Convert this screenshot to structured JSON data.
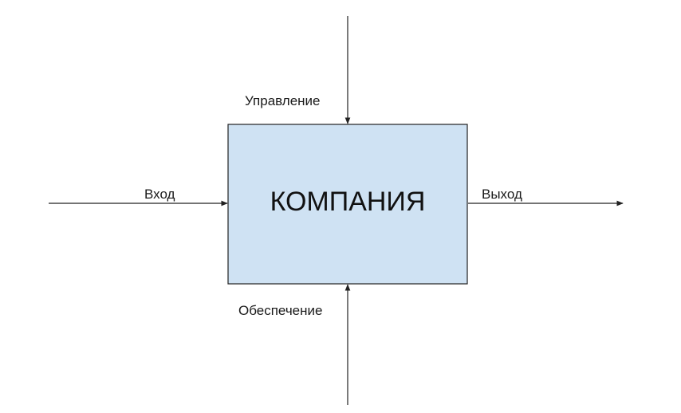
{
  "diagram": {
    "type": "IDEF0 context block",
    "box_label": "КОМПАНИЯ",
    "arrows": {
      "control": "Управление",
      "input": "Вход",
      "output": "Выход",
      "mechanism": "Обеспечение"
    }
  },
  "colors": {
    "box_fill": "#cfe2f3",
    "box_border": "#222222",
    "arrow": "#222222",
    "text": "#1a1a1a"
  }
}
